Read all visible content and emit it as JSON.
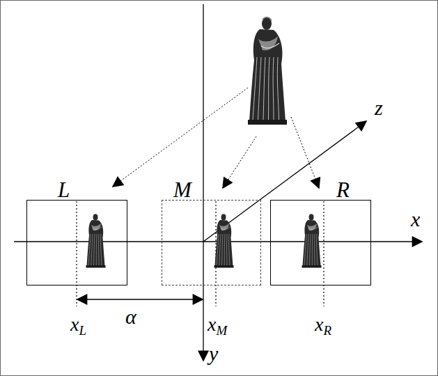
{
  "diagram": {
    "nodes": [
      {
        "text": [
          "L"
        ]
      },
      {
        "text": [
          "M"
        ]
      },
      {
        "text": [
          "R"
        ]
      }
    ],
    "labels": [
      "z",
      "x",
      "y",
      "α",
      "xL",
      "xM",
      "xR"
    ]
  }
}
